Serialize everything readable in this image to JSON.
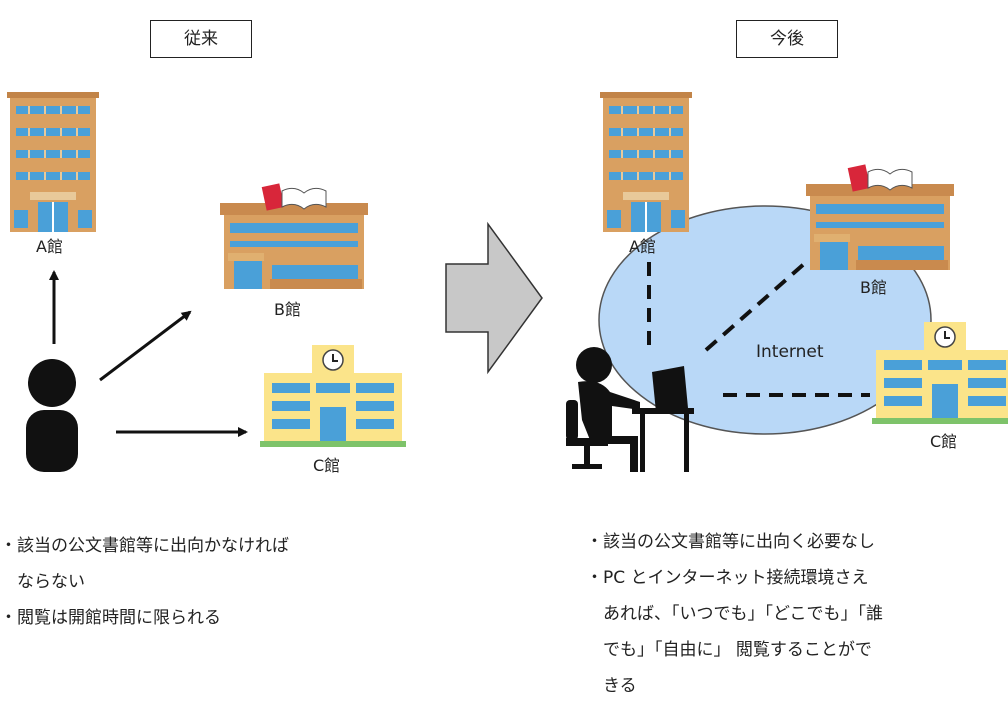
{
  "left_title": "従来",
  "right_title": "今後",
  "left_buildings": {
    "a": "A館",
    "b": "B館",
    "c": "C館"
  },
  "right_buildings": {
    "a": "A館",
    "b": "B館",
    "c": "C館"
  },
  "internet_label": "Internet",
  "left_bullets": [
    "・該当の公文書館等に出向かなければ",
    "　ならない",
    "・閲覧は開館時間に限られる"
  ],
  "right_bullets": [
    "・該当の公文書館等に出向く必要なし",
    "・PC とインターネット接続環境さえ",
    "　あれば、「いつでも」「どこでも」「誰",
    "　でも」「自由に」 閲覧することがで",
    "　きる"
  ]
}
